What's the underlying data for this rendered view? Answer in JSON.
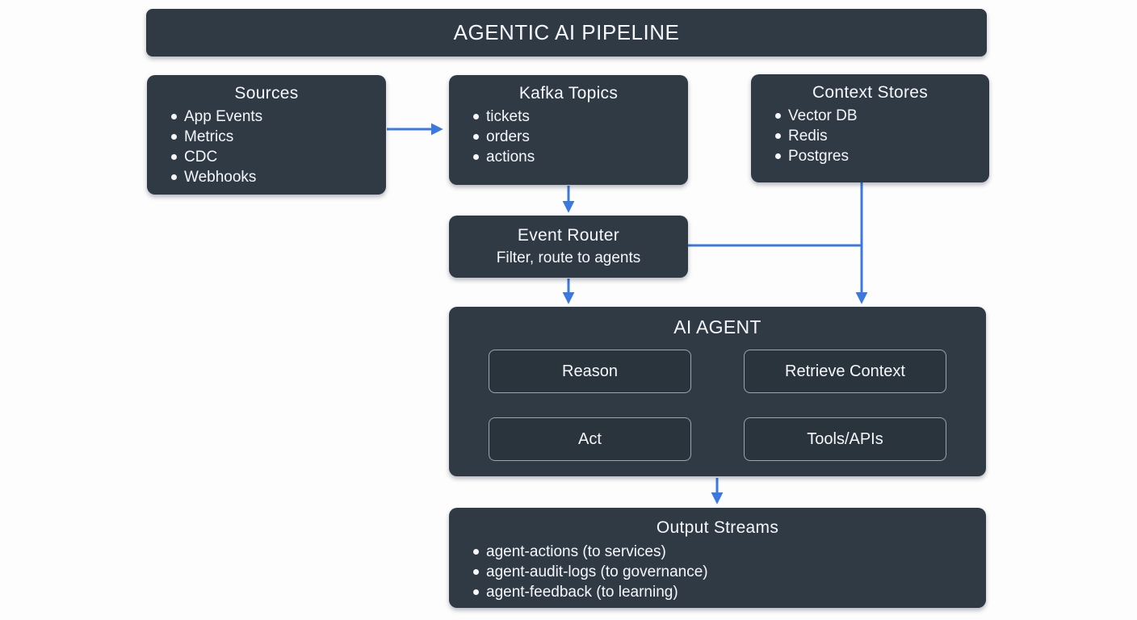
{
  "title_bar": {
    "label": "AGENTIC AI PIPELINE"
  },
  "nodes": {
    "sources": {
      "title": "Sources",
      "items": [
        "App Events",
        "Metrics",
        "CDC",
        "Webhooks"
      ]
    },
    "kafka_topics": {
      "title": "Kafka Topics",
      "items": [
        "tickets",
        "orders",
        "actions"
      ]
    },
    "context_stores": {
      "title": "Context Stores",
      "items": [
        "Vector DB",
        "Redis",
        "Postgres"
      ]
    },
    "event_router": {
      "title": "Event Router",
      "subtitle": "Filter, route to agents"
    },
    "ai_agent": {
      "title": "AI AGENT",
      "sub_nodes": {
        "reason": {
          "label": "Reason"
        },
        "retrieve_context": {
          "label": "Retrieve Context"
        },
        "act": {
          "label": "Act"
        },
        "tools_apis": {
          "label": "Tools/APIs"
        }
      }
    },
    "output_streams": {
      "title": "Output Streams",
      "items": [
        "agent-actions (to services)",
        "agent-audit-logs (to governance)",
        "agent-feedback (to learning)"
      ]
    }
  },
  "edges": [
    {
      "from": "sources",
      "to": "kafka_topics",
      "type": "arrow"
    },
    {
      "from": "kafka_topics",
      "to": "event_router",
      "type": "arrow"
    },
    {
      "from": "event_router",
      "to": "ai_agent",
      "type": "arrow"
    },
    {
      "from": "context_stores",
      "to": "ai_agent",
      "type": "arrow"
    },
    {
      "from": "event_router",
      "to": "context_stores_to_ai_agent_line",
      "type": "elbow_join"
    },
    {
      "from": "reason",
      "to": "retrieve_context",
      "type": "double_arrow"
    },
    {
      "from": "reason",
      "to": "act",
      "type": "arrow"
    },
    {
      "from": "act",
      "to": "tools_apis",
      "type": "arrow"
    },
    {
      "from": "ai_agent",
      "to": "output_streams",
      "type": "arrow"
    }
  ],
  "colors": {
    "background": "#fdfdfd",
    "node_fill": "#2f3a45",
    "text": "#f5f7fa",
    "arrow": "#3b79e1",
    "inner_border": "#9ba5af"
  }
}
